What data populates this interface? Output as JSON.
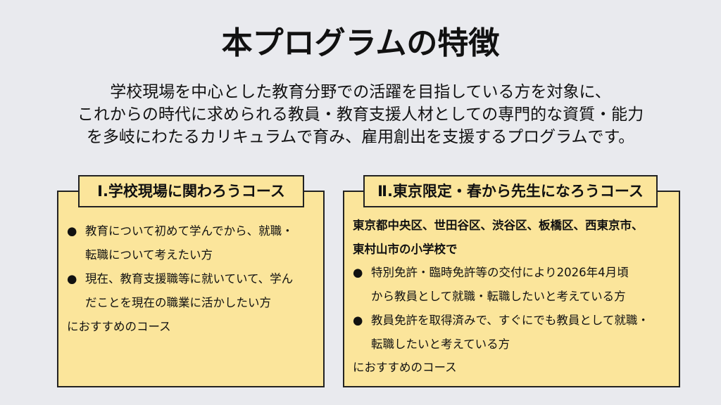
{
  "title": "本プログラムの特徴",
  "lead": [
    "学校現場を中心とした教育分野での活躍を目指している方を対象に、",
    "これからの時代に求められる教員・教育支援人材としての専門的な資質・能力",
    "を多岐にわたるカリキュラムで育み、雇用創出を支援するプログラムです。"
  ],
  "course1": {
    "heading": "Ⅰ.学校現場に関わろうコース",
    "lines": [
      {
        "bullet": "●",
        "text": "教育について初めて学んでから、就職・"
      },
      {
        "bullet": "",
        "text": "転職について考えたい方"
      },
      {
        "bullet": "●",
        "text": "現在、教育支援職等に就いていて、学ん"
      },
      {
        "bullet": "",
        "text": "だことを現在の職業に活かしたい方"
      }
    ],
    "footer": "におすすめのコース"
  },
  "course2": {
    "heading": "Ⅱ.東京限定・春から先生になろうコース",
    "intro": [
      "東京都中央区、世田谷区、渋谷区、板橋区、西東京市、",
      "東村山市の小学校で"
    ],
    "lines": [
      {
        "bullet": "●",
        "text": "特別免許・臨時免許等の交付により2026年4月頃"
      },
      {
        "bullet": "",
        "text": "から教員として就職・転職したいと考えている方"
      },
      {
        "bullet": "●",
        "text": "教員免許を取得済みで、すぐにでも教員として就職・"
      },
      {
        "bullet": "",
        "text": "転職したいと考えている方"
      }
    ],
    "footer": "におすすめのコース"
  }
}
